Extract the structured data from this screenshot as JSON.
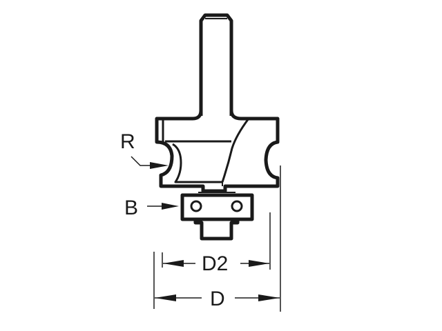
{
  "diagram": {
    "subject": "router-bit-with-bearing",
    "stroke_color": "#1a1a1a",
    "background": "#ffffff",
    "labels": {
      "radius": "R",
      "bearing": "B",
      "inner_diameter": "D2",
      "outer_diameter": "D"
    }
  }
}
